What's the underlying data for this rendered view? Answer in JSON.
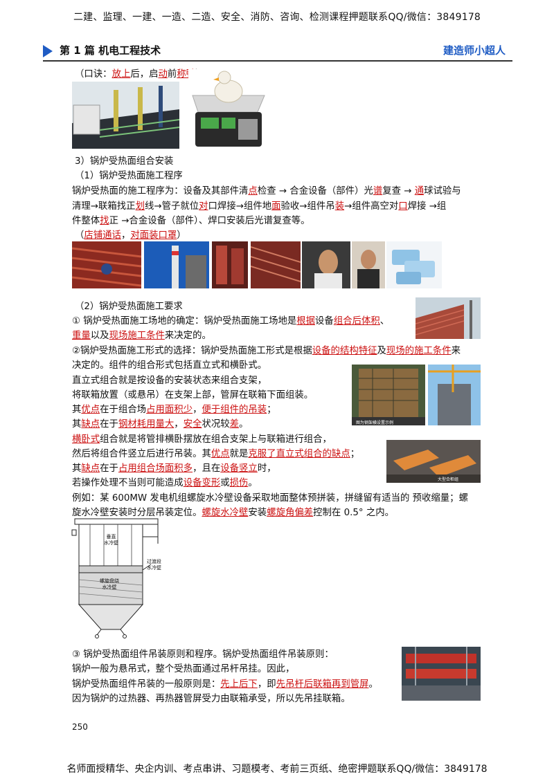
{
  "top_banner": "二建、监理、一建、一造、二造、安全、消防、咨询、检测课程押题联系QQ/微信：3849178",
  "bottom_banner": "名师面授精华、央企内训、考点串讲、习题模考、考前三页纸、绝密押题联系QQ/微信：3849178",
  "header": {
    "chapter": "第 1 篇  机电工程技术",
    "brand": "建造师小超人"
  },
  "page_number": "250",
  "lines": {
    "l01": [
      "（口诀：",
      {
        "r": "放上"
      },
      "后，启",
      {
        "r": "动"
      },
      "前",
      {
        "r": "称鸭"
      },
      "）"
    ],
    "l02": [
      "3）锅炉受热面组合安装"
    ],
    "l03": [
      "（1）锅炉受热面施工程序"
    ],
    "l04": [
      "锅炉受热面的施工程序为：设备及其部件清",
      {
        "r": "点"
      },
      "检查 → 合金设备（部件）光",
      {
        "r": "谱"
      },
      "复查 → ",
      {
        "r": "通"
      },
      "球试验与"
    ],
    "l05": [
      "清理→联箱找正",
      {
        "r": "划"
      },
      "线→管子就位",
      {
        "r": "对"
      },
      "口焊接→组件地",
      {
        "r": "面"
      },
      "验收→组件吊",
      {
        "r": "装"
      },
      "→组件高空对",
      {
        "r": "口"
      },
      "焊接 →组"
    ],
    "l06": [
      "件整体",
      {
        "r": "找"
      },
      "正 →合金设备（部件）、焊口安装后光谱复查等。"
    ],
    "l07": [
      "（",
      {
        "r": "店铺通话"
      },
      "，",
      {
        "r": "对面装口罩"
      },
      "）"
    ],
    "l08": [
      "（2）锅炉受热面施工要求"
    ],
    "l09": [
      "① 锅炉受热面施工场地的确定：锅炉受热面施工场地是",
      {
        "r": "根据"
      },
      "设备",
      {
        "r": "组合后体积"
      },
      "、"
    ],
    "l10": [
      {
        "r": "重量"
      },
      "以及",
      {
        "r": "现场施工条件"
      },
      "来决定的。"
    ],
    "l11": [
      "②锅炉受热面施工形式的选择：锅炉受热面施工形式是根据",
      {
        "r": "设备的结构特征"
      },
      "及",
      {
        "r": "现场的施工条件"
      },
      "来"
    ],
    "l12": [
      "决定的。组件的组合形式包括直立式和横卧式。"
    ],
    "l13": [
      "直立式组合就是按设备的安装状态来组合支架，"
    ],
    "l14": [
      "将联箱放置（或悬吊）在支架上部，管屏在联箱下面组装。"
    ],
    "l15": [
      "其",
      {
        "r": "优点"
      },
      "在于组合场",
      {
        "r": "占用面积少"
      },
      "，",
      {
        "r": "便于组件的吊装"
      },
      "；"
    ],
    "l16": [
      "其",
      {
        "r": "缺点"
      },
      "在于",
      {
        "r": "钢材耗用量大"
      },
      "，",
      {
        "r": "安全"
      },
      "状况较",
      {
        "r": "差"
      },
      "。"
    ],
    "l17": [
      {
        "r": "横卧式"
      },
      "组合就是将管排横卧摆放在组合支架上与联箱进行组合，"
    ],
    "l18": [
      "然后将组合件竖立后进行吊装。其",
      {
        "r": "优点"
      },
      "就是",
      {
        "r": "克服了直立式组合的缺点"
      },
      "；"
    ],
    "l19": [
      "其",
      {
        "r": "缺点"
      },
      "在于",
      {
        "r": "占用组合场面积多"
      },
      "，且在",
      {
        "r": "设备竖立"
      },
      "时，"
    ],
    "l20": [
      "若操作处理不当则可能造成",
      {
        "r": "设备变形"
      },
      "或",
      {
        "r": "损伤"
      },
      "。"
    ],
    "l21": [
      "例如：某 600MW 发电机组螺旋水冷壁设备采取地面整体预拼装，拼缝留有适当的 预收缩量；螺"
    ],
    "l22": [
      "旋水冷壁安装时分层吊装定位。",
      {
        "r": "螺旋水冷壁"
      },
      "安装",
      {
        "r": "螺旋角偏差"
      },
      "控制在 0.5° 之内。"
    ],
    "l23": [
      "③ 锅炉受热面组件吊装原则和程序。锅炉受热面组件吊装原则："
    ],
    "l24": [
      "锅炉一般为悬吊式，整个受热面通过吊杆吊挂。因此，"
    ],
    "l25": [
      "锅炉受热面组件吊装的一般原则是：",
      {
        "r": "先上后下"
      },
      "，即",
      {
        "r": "先吊杆后联箱再到管屏"
      },
      "。"
    ],
    "l26": [
      "因为锅炉的过热器、再热器管屏受力由联箱承受，所以先吊挂联箱。"
    ]
  },
  "figure_labels": {
    "wall_upper": "垂直\n水冷壁",
    "wall_transition": "过渡段\n水冷壁",
    "wall_spiral": "螺旋盘绕\n水冷壁",
    "photo_caption_1": "图为钢架横设置示例",
    "photo_caption_2": "大型合柜组"
  },
  "colors": {
    "accent_red": "#cc1111",
    "brand_blue": "#1f5cc4"
  }
}
